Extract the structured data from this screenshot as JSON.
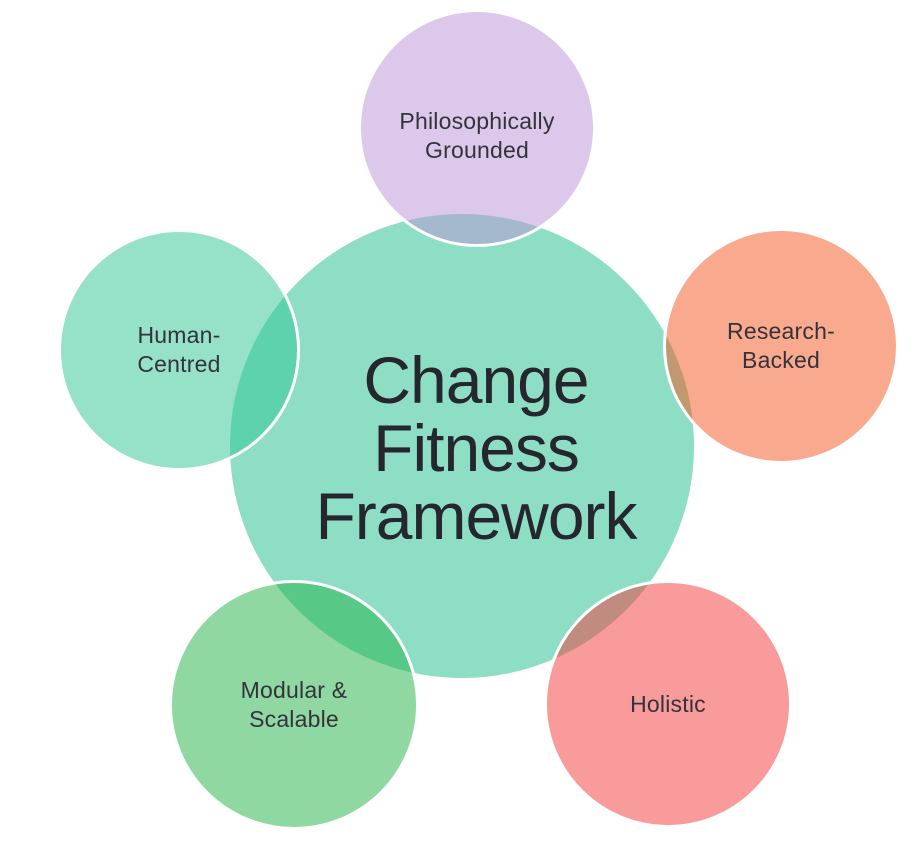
{
  "page": {
    "background": "#ffffff"
  },
  "diagram": {
    "stroke_color": "#ffffff",
    "label_color": "#33333b",
    "center": {
      "label": "Change\nFitness\nFramework",
      "fill": "#8EDEC6",
      "text_color": "#26262e"
    },
    "satellites": [
      {
        "name": "philosophically-grounded",
        "label": "Philosophically\nGrounded",
        "fill": "rgba(185,145,213,0.5)",
        "blended_overlap_color": "#A3B7CD"
      },
      {
        "name": "human-centred",
        "label": "Human-\nCentred",
        "fill": "rgba(45,197,145,0.5)",
        "blended_overlap_color": "#5DD1AB"
      },
      {
        "name": "research-backed",
        "label": "Research-\nBacked",
        "fill": "rgba(243,83,27,0.5)",
        "blended_overlap_color": "#C09870"
      },
      {
        "name": "modular-scalable",
        "label": "Modular &\nScalable",
        "fill": "rgba(31,177,67,0.5)",
        "blended_overlap_color": "#56C784"
      },
      {
        "name": "holistic",
        "label": "Holistic",
        "fill": "rgba(243,55,55,0.5)",
        "blended_overlap_color": "#C08A7E"
      }
    ]
  }
}
